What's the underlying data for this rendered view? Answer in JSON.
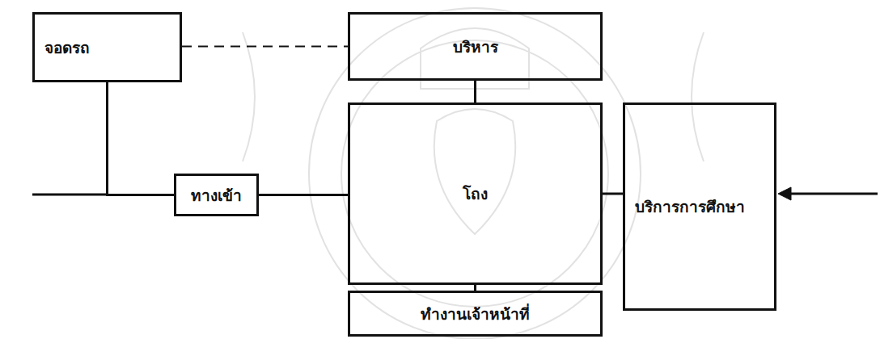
{
  "diagram": {
    "nodes": [
      {
        "text": [
          "จอดรถ"
        ]
      },
      {
        "text": [
          "บริหาร"
        ]
      },
      {
        "text": [
          "ทางเข้า"
        ]
      },
      {
        "text": [
          "โถง"
        ]
      },
      {
        "text": [
          "บริการการศึกษา"
        ]
      },
      {
        "text": [
          "ทำงานเจ้าหน้าที่"
        ]
      }
    ],
    "edges": [
      {
        "from": 0,
        "to": 1,
        "arrow": "none"
      },
      {
        "from": 0,
        "to": 2,
        "arrow": "none"
      },
      {
        "from": 2,
        "to": 3,
        "arrow": "none"
      },
      {
        "from": 1,
        "to": 3,
        "arrow": "none"
      },
      {
        "from": 3,
        "to": 4,
        "arrow": "none"
      },
      {
        "from": 3,
        "to": 5,
        "arrow": "none"
      }
    ]
  }
}
